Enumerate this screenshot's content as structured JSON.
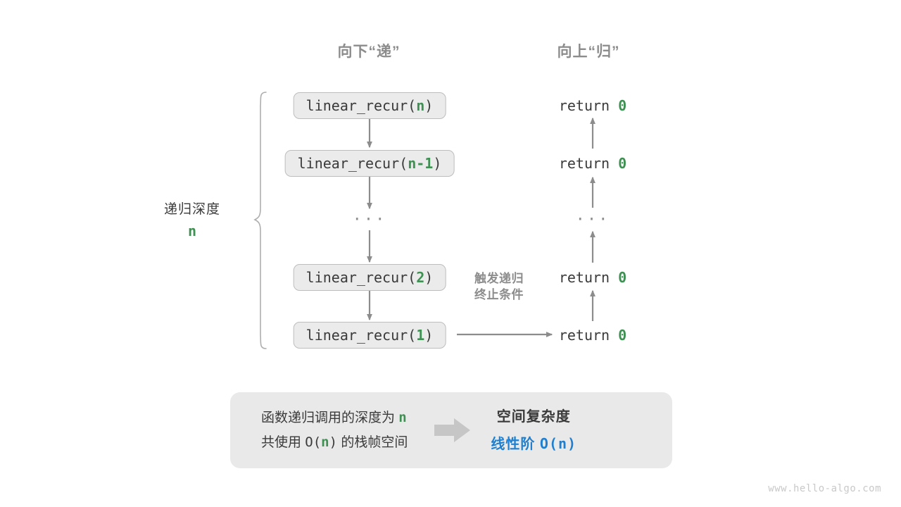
{
  "headers": {
    "down": "向下“递”",
    "up": "向上“归”"
  },
  "depth_label": {
    "text": "递归深度",
    "value": "n"
  },
  "calls": [
    {
      "prefix": "linear_recur(",
      "arg": "n",
      "suffix": ")"
    },
    {
      "prefix": "linear_recur(",
      "arg": "n-1",
      "suffix": ")"
    },
    {
      "prefix": "linear_recur(",
      "arg": "2",
      "suffix": ")"
    },
    {
      "prefix": "linear_recur(",
      "arg": "1",
      "suffix": ")"
    }
  ],
  "ellipsis": "···",
  "returns": [
    {
      "keyword": "return",
      "value": "0"
    },
    {
      "keyword": "return",
      "value": "0"
    },
    {
      "keyword": "return",
      "value": "0"
    },
    {
      "keyword": "return",
      "value": "0"
    }
  ],
  "trigger_note": {
    "line1": "触发递归",
    "line2": "终止条件"
  },
  "summary": {
    "left_line1_a": "函数递归调用的深度为 ",
    "left_line1_n": "n",
    "left_line2_a": "共使用 ",
    "left_line2_o": "O(",
    "left_line2_n": "n",
    "left_line2_c": ")",
    "left_line2_b": " 的栈帧空间",
    "right_title": "空间复杂度",
    "right_value_zh": "线性阶 ",
    "right_value_mono": "O(n)"
  },
  "watermark": "www.hello-algo.com",
  "colors": {
    "green": "#3f9153",
    "blue": "#1f7fd0",
    "gray_text": "#3a3a3a",
    "gray_muted": "#8c8c8c",
    "box_fill": "#ebebeb",
    "box_border": "#bdbdbd",
    "panel_fill": "#e9e9e9",
    "arrow": "#8c8c8c",
    "watermark": "#c9c9c9"
  }
}
